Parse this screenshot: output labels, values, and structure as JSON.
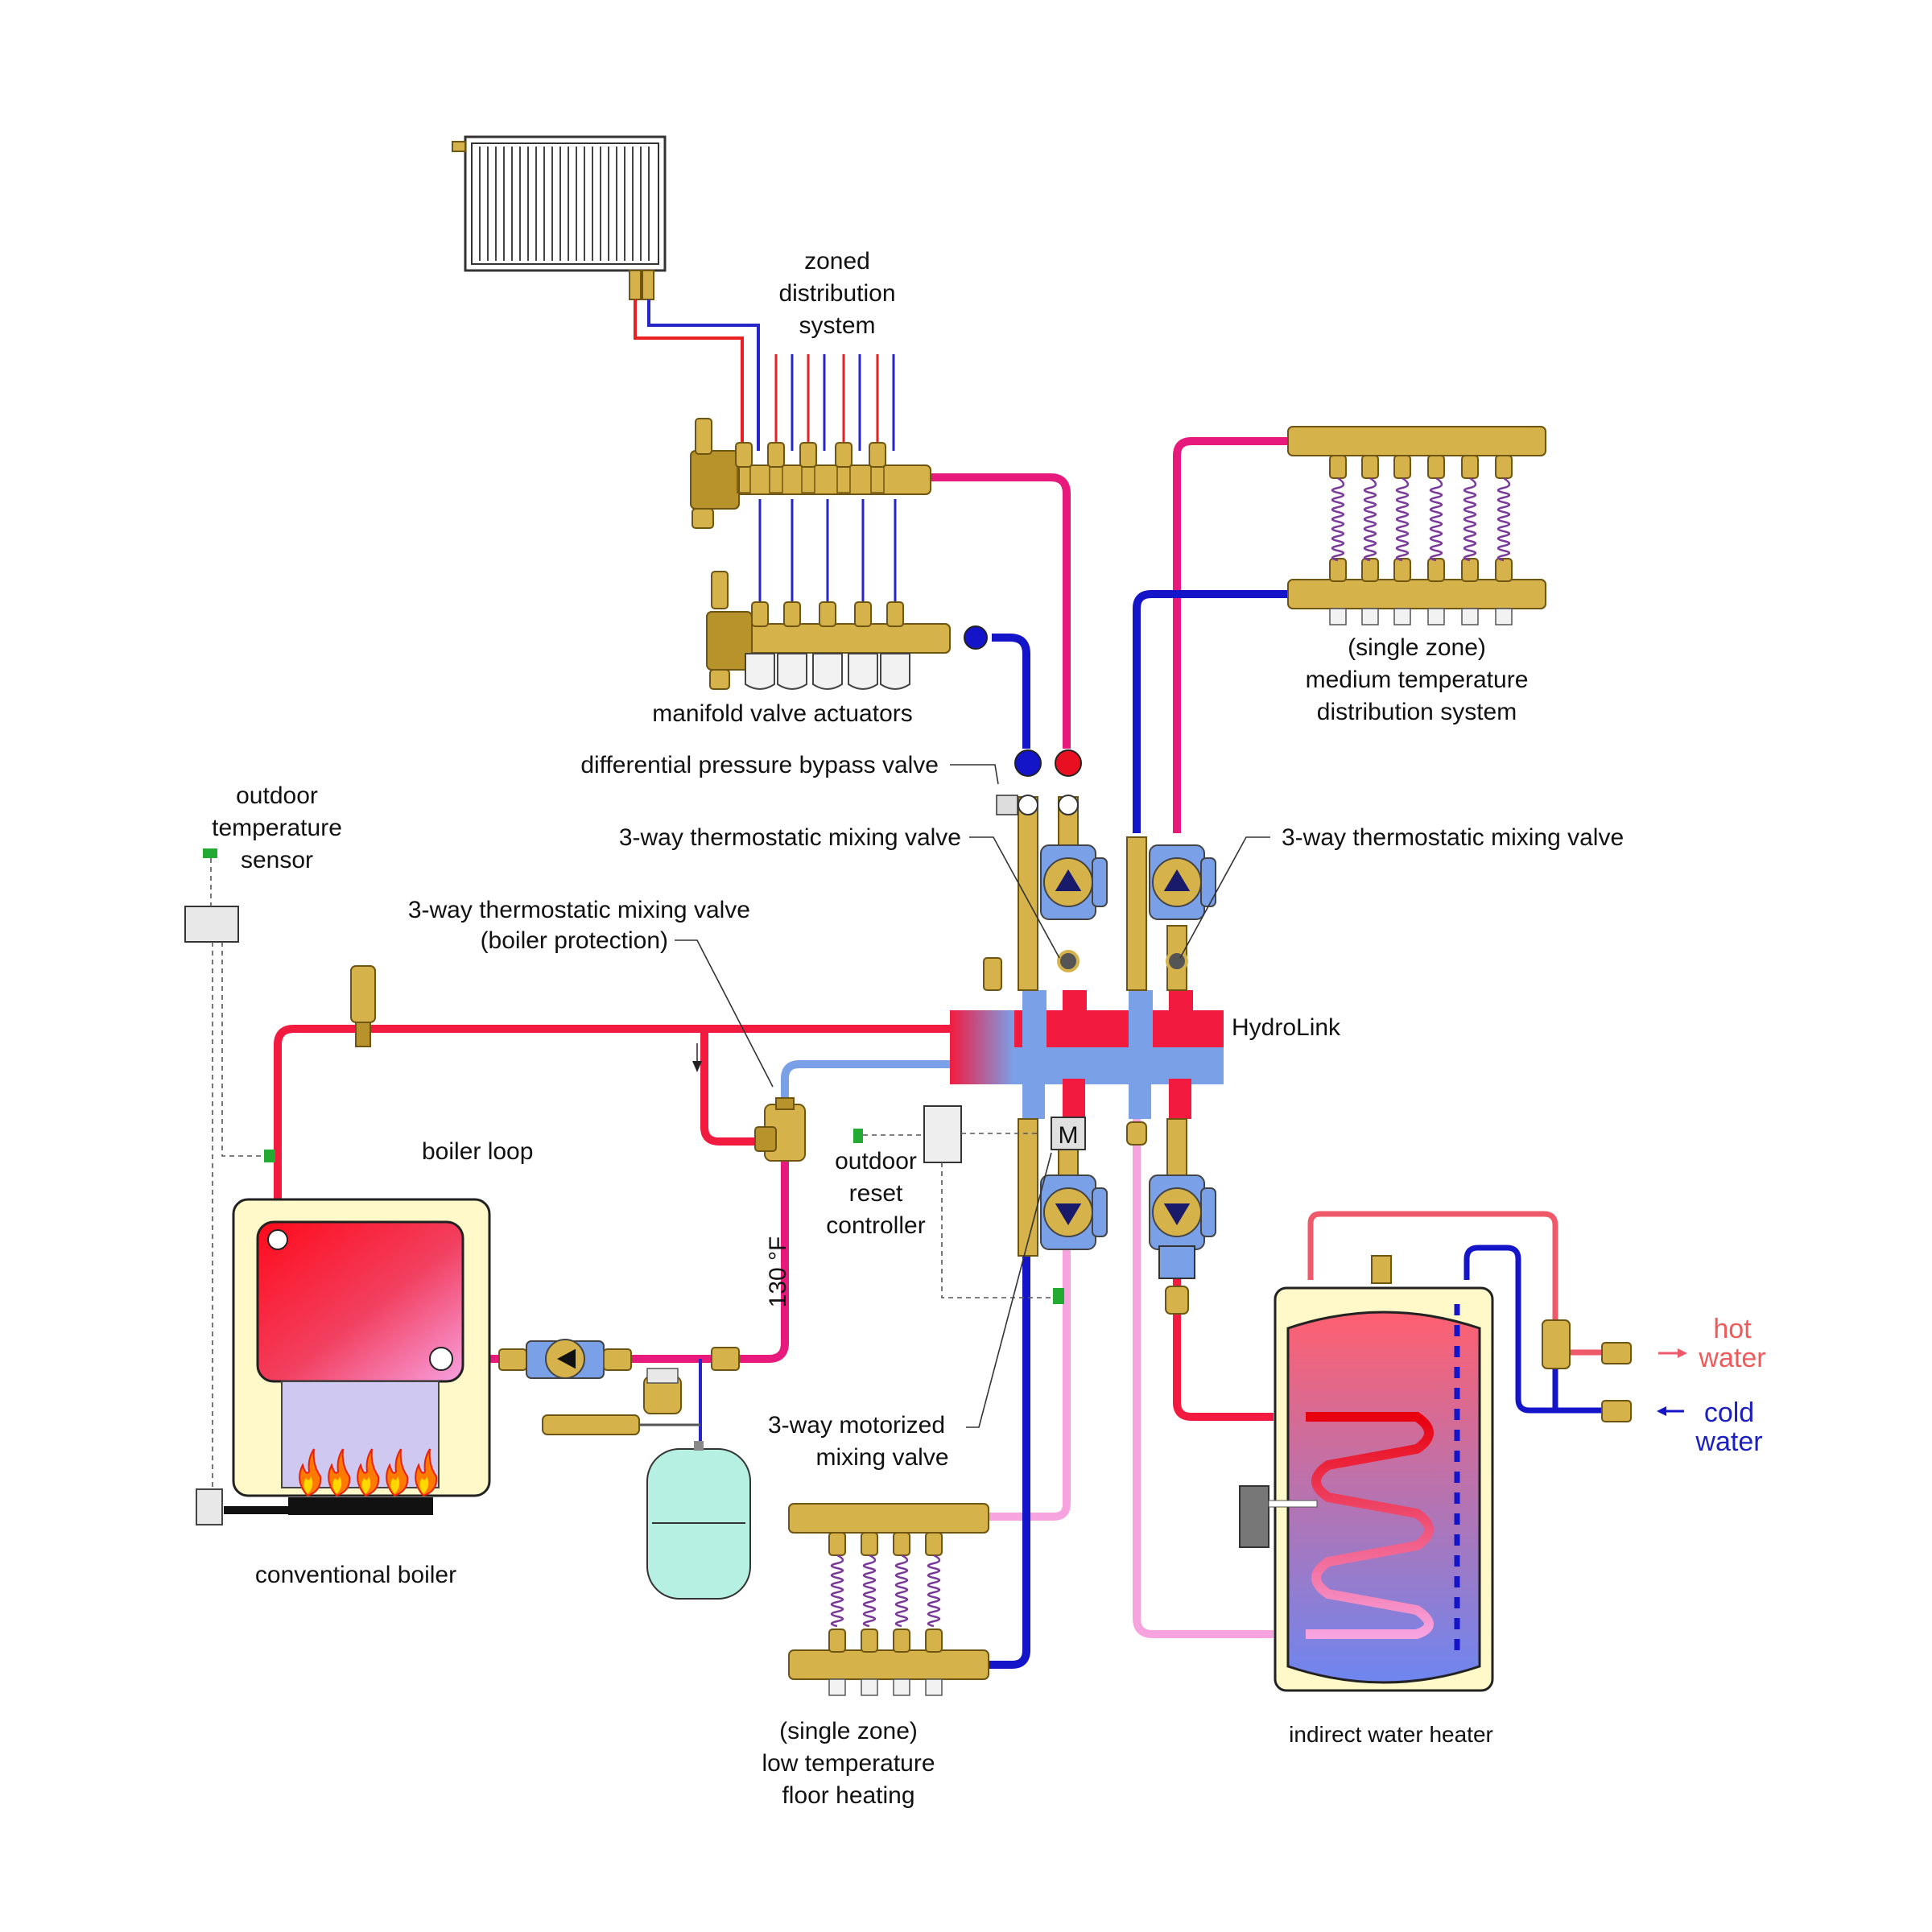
{
  "labels": {
    "zoned": [
      "zoned",
      "distribution",
      "system"
    ],
    "manifold_actuators": "manifold valve actuators",
    "medium_temp": [
      "(single zone)",
      "medium temperature",
      "distribution system"
    ],
    "dp_bypass": "differential pressure bypass valve",
    "tmv_left": "3-way thermostatic mixing valve",
    "tmv_right": "3-way thermostatic mixing valve",
    "outdoor_sensor": [
      "outdoor",
      "temperature",
      "sensor"
    ],
    "boiler_protection": [
      "3-way thermostatic mixing valve",
      "(boiler protection)"
    ],
    "hydrolink": "HydroLink",
    "boiler_loop": "boiler loop",
    "temp_130": "130 °F",
    "reset_controller": [
      "outdoor",
      "reset",
      "controller"
    ],
    "motor_letter": "M",
    "motorized_valve": [
      "3-way motorized",
      "mixing valve"
    ],
    "conventional_boiler": "conventional boiler",
    "low_temp": [
      "(single zone)",
      "low temperature",
      "floor heating"
    ],
    "indirect": "indirect water heater",
    "hot_water": [
      "hot",
      "water"
    ],
    "cold_water": [
      "cold",
      "water"
    ]
  },
  "colors": {
    "supply_red": "#f21b3f",
    "distribution_pink": "#e8197c",
    "return_blue": "#1414c8",
    "low_temp_pink": "#f7a3e0",
    "brass": "#d6b24a",
    "pump_blue": "#7aa0e8"
  },
  "icons": [
    "radiator-icon",
    "manifold-icon",
    "pump-icon",
    "mixing-valve-icon",
    "expansion-tank-icon",
    "flame-icon",
    "sensor-icon",
    "controller-icon",
    "relief-valve-icon",
    "check-valve-icon"
  ]
}
